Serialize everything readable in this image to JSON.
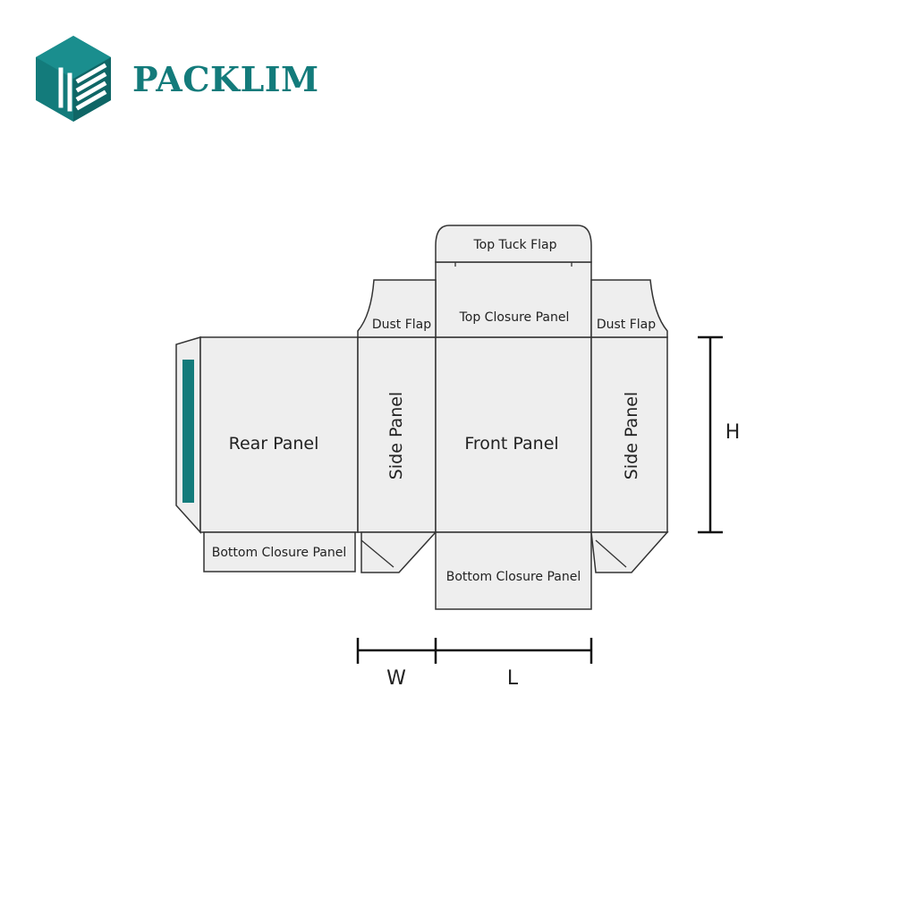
{
  "brand": {
    "name": "PACKLIM",
    "accent_color": "#137b7b",
    "logo_icon": "hexagon-box-logo"
  },
  "panels": {
    "top_tuck_flap": "Top Tuck Flap",
    "top_closure_panel": "Top Closure Panel",
    "dust_flap_left": "Dust Flap",
    "dust_flap_right": "Dust Flap",
    "rear_panel": "Rear Panel",
    "side_panel_left": "Side Panel",
    "front_panel": "Front Panel",
    "side_panel_right": "Side Panel",
    "bottom_closure_left": "Bottom Closure Panel",
    "bottom_closure_front": "Bottom Closure Panel"
  },
  "dimensions": {
    "height": "H",
    "width": "W",
    "length": "L"
  },
  "colors": {
    "panel_fill": "#eeeeee",
    "outline": "#333333",
    "glue_strip": "#137b7b"
  }
}
